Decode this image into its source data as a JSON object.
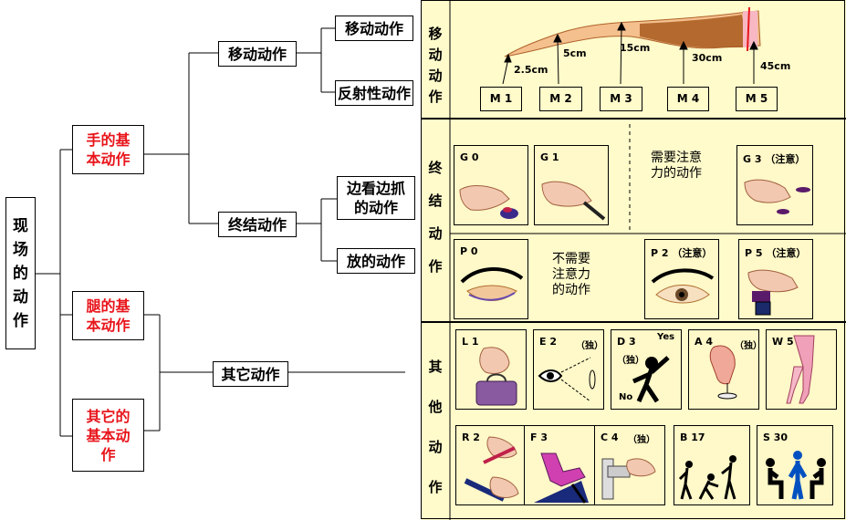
{
  "tree": {
    "root": "现场的动作",
    "hand": "手的基本动作",
    "leg": "腿的基本动作",
    "other_basic": "其它的基本动作",
    "move": "移动动作",
    "end": "终结动作",
    "other": "其它动作",
    "move_action": "移动动作",
    "reflex": "反射性动作",
    "grab_look": "边看边抓的动作",
    "place": "放的动作"
  },
  "colors": {
    "accent": "#e8161c",
    "panel": "#fffbcb",
    "line": "#000000"
  },
  "panel": {
    "row1_label": "移动动作",
    "row2_label": "终结动作",
    "row3_label": "其他动作",
    "move_codes": [
      "M 1",
      "M 2",
      "M 3",
      "M 4",
      "M 5"
    ],
    "move_distances": [
      "2.5cm",
      "5cm",
      "15cm",
      "30cm",
      "45cm"
    ],
    "g_codes": {
      "g0": "G 0",
      "g1": "G 1",
      "g3": "G 3",
      "g3_note": "（注意）"
    },
    "attention_note": "需要注意力的动作",
    "no_attention_note": "不需要注意力的动作",
    "p_codes": {
      "p0": "P 0",
      "p2": "P 2",
      "p2_note": "（注意）",
      "p5": "P 5",
      "p5_note": "（注意）"
    },
    "row3a": {
      "l1": "L 1",
      "e2": "E 2",
      "e2_note": "（独）",
      "d3": "D 3",
      "d3_note": "（独）",
      "d3_yes": "Yes",
      "d3_no": "No",
      "a4": "A 4",
      "a4_note": "（独）",
      "w5": "W 5"
    },
    "row3b": {
      "r2": "R 2",
      "f3": "F 3",
      "c4": "C 4",
      "c4_note": "（独）",
      "b17": "B 17",
      "s30": "S 30"
    }
  }
}
